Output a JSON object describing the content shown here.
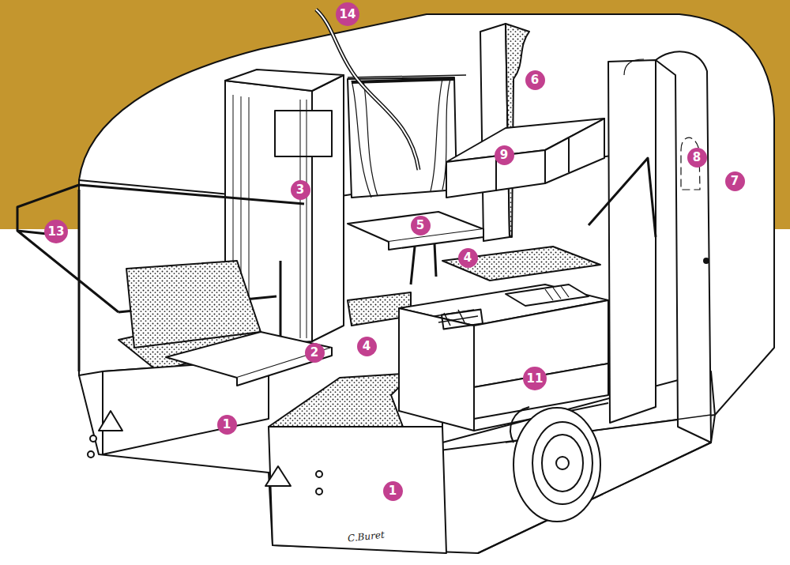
{
  "diagram": {
    "nodes": [
      {
        "text": [
          "14"
        ]
      },
      {
        "text": [
          "6"
        ]
      },
      {
        "text": [
          "9"
        ]
      },
      {
        "text": [
          "8"
        ]
      },
      {
        "text": [
          "7"
        ]
      },
      {
        "text": [
          "3"
        ]
      },
      {
        "text": [
          "5"
        ]
      },
      {
        "text": [
          "13"
        ]
      },
      {
        "text": [
          "4"
        ]
      },
      {
        "text": [
          "4"
        ]
      },
      {
        "text": [
          "2"
        ]
      },
      {
        "text": [
          "11"
        ]
      },
      {
        "text": [
          "1"
        ]
      },
      {
        "text": [
          "1"
        ]
      }
    ],
    "labels": [
      "C.Buret"
    ]
  }
}
